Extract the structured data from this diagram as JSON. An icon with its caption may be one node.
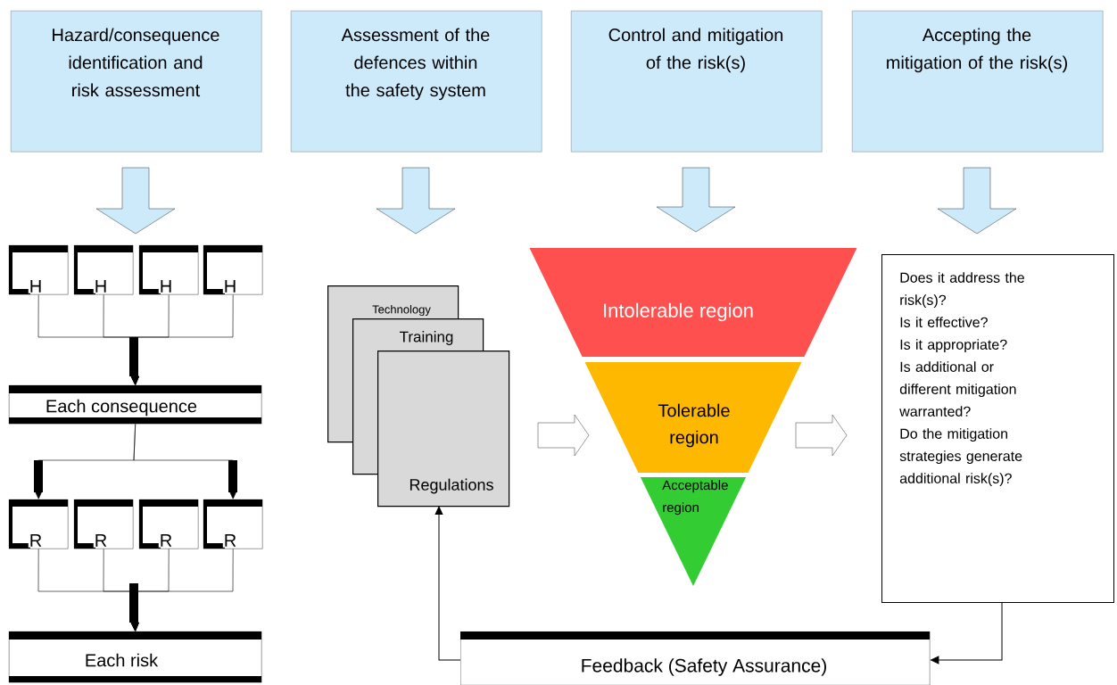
{
  "diagram": {
    "nodes": [
      {
        "text": [
          "Hazard/consequence identification and risk assessment"
        ]
      },
      {
        "text": [
          "Assessment of the defences within the safety system"
        ]
      },
      {
        "text": [
          "Control and mitigation of the risk(s)"
        ]
      },
      {
        "text": [
          "Accepting the mitigation of the risk(s)"
        ]
      },
      {
        "text": [
          "H"
        ]
      },
      {
        "text": [
          "H"
        ]
      },
      {
        "text": [
          "H"
        ]
      },
      {
        "text": [
          "H"
        ]
      },
      {
        "text": [
          "Each consequence"
        ]
      },
      {
        "text": [
          "R"
        ]
      },
      {
        "text": [
          "R"
        ]
      },
      {
        "text": [
          "R"
        ]
      },
      {
        "text": [
          "R"
        ]
      },
      {
        "text": [
          "Each risk"
        ]
      },
      {
        "text": [
          "Technology"
        ]
      },
      {
        "text": [
          "Training"
        ]
      },
      {
        "text": [
          "Regulations"
        ]
      },
      {
        "text": [
          "Intolerable region"
        ]
      },
      {
        "text": [
          "Tolerable region"
        ]
      },
      {
        "text": [
          "Acceptable region"
        ]
      },
      {
        "text": [
          "Does it address the risk(s)?",
          "Is it effective?",
          "Is it appropriate?",
          "Is additional or different mitigation warranted?",
          "Do the mitigation strategies generate additional risk(s)?"
        ]
      },
      {
        "text": [
          "Feedback (Safety Assurance)"
        ]
      }
    ],
    "edges": [
      {
        "from": 0,
        "to": null,
        "arrow": "to"
      },
      {
        "from": 1,
        "to": null,
        "arrow": "to"
      },
      {
        "from": 2,
        "to": 17,
        "arrow": "to"
      },
      {
        "from": 3,
        "to": 20,
        "arrow": "to"
      },
      {
        "from": 4,
        "to": 8,
        "arrow": "to"
      },
      {
        "from": 5,
        "to": 8,
        "arrow": "to"
      },
      {
        "from": 6,
        "to": 8,
        "arrow": "to"
      },
      {
        "from": 7,
        "to": 8,
        "arrow": "to"
      },
      {
        "from": 8,
        "to": 9,
        "arrow": "to"
      },
      {
        "from": 8,
        "to": 12,
        "arrow": "to"
      },
      {
        "from": 9,
        "to": 13,
        "arrow": "to"
      },
      {
        "from": 10,
        "to": 13,
        "arrow": "to"
      },
      {
        "from": 11,
        "to": 13,
        "arrow": "to"
      },
      {
        "from": 12,
        "to": 13,
        "arrow": "to"
      },
      {
        "from": 16,
        "to": 18,
        "arrow": "to"
      },
      {
        "from": 18,
        "to": 20,
        "arrow": "to"
      },
      {
        "from": 20,
        "to": 21,
        "arrow": "to"
      },
      {
        "from": 21,
        "to": 16,
        "arrow": "to"
      }
    ]
  }
}
